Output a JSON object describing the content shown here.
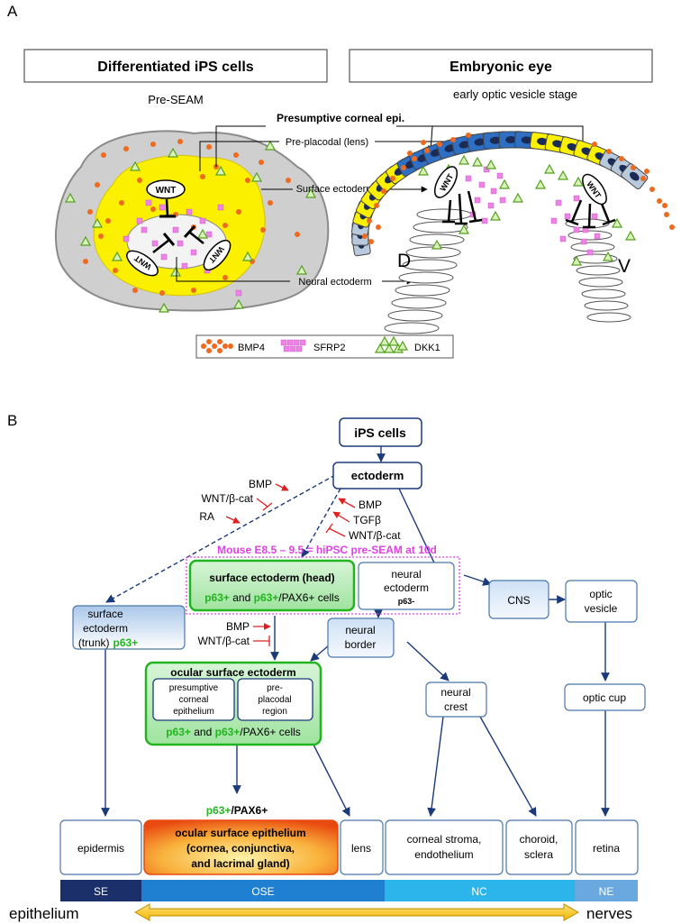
{
  "panel_a": {
    "letter": "A",
    "left_title": "Differentiated iPS cells",
    "left_subtitle": "Pre-SEAM",
    "right_title": "Embryonic eye",
    "right_subtitle": "early optic vesicle stage",
    "labels": {
      "presumptive": "Presumptive corneal epi.",
      "preplacodal": "Pre-placodal (lens)",
      "surface_ectoderm": "Surface ectoderm",
      "neural_ectoderm": "Neural ectoderm",
      "wnt": "WNT",
      "dorsal": "D",
      "ventral": "V"
    },
    "legend": [
      {
        "label": "BMP4",
        "shape": "orange-dots-icon"
      },
      {
        "label": "SFRP2",
        "shape": "pink-squares-icon"
      },
      {
        "label": "DKK1",
        "shape": "green-triangles-icon"
      }
    ],
    "colors": {
      "bmp4": "#ee6a1f",
      "sfrp2": "#ee82e6",
      "dkk1": "#8fce3a",
      "yellow": "#fbf000",
      "blue": "#2e6fc4",
      "inhibit": "#d81b1b"
    }
  },
  "panel_b": {
    "letter": "B",
    "nodes": {
      "ips": "iPS cells",
      "ectoderm": "ectoderm",
      "se_head_title": "surface ectoderm (head)",
      "p63": "p63+",
      "and": " and ",
      "pax6_cells": "/PAX6+ cells",
      "neural_ecto_l1": "neural",
      "neural_ecto_l2": "ectoderm",
      "p63_minus": "p63-",
      "cns": "CNS",
      "optic_vesicle_l1": "optic",
      "optic_vesicle_l2": "vesicle",
      "optic_cup": "optic cup",
      "se_trunk_l1": "surface",
      "se_trunk_l2": "ectoderm",
      "se_trunk_l3": "(trunk)",
      "neural_border_l1": "neural",
      "neural_border_l2": "border",
      "ose_title": "ocular surface ectoderm",
      "pce_l1": "presumptive",
      "pce_l2": "corneal",
      "pce_l3": "epithelium",
      "ppr_l1": "pre-",
      "ppr_l2": "placodal",
      "ppr_l3": "region",
      "neural_crest_l1": "neural",
      "neural_crest_l2": "crest",
      "mouse_label": "Mouse E8.5 – 9.5 = hiPSC pre-SEAM at 10d",
      "pax6_plus": "/PAX6+"
    },
    "signals": {
      "left": [
        "BMP",
        "WNT/β-cat",
        "RA"
      ],
      "center": [
        "BMP",
        "TGFβ",
        "WNT/β-cat"
      ],
      "ose": [
        "BMP",
        "WNT/β-cat"
      ]
    },
    "outcomes": {
      "epidermis": "epidermis",
      "ose_epi_l1": "ocular surface epithelium",
      "ose_epi_l2": "(cornea, conjunctiva,",
      "ose_epi_l3": "and lacrimal gland)",
      "lens": "lens",
      "stroma_l1": "corneal stroma,",
      "stroma_l2": "endothelium",
      "choroid_l1": "choroid,",
      "choroid_l2": "sclera",
      "retina": "retina"
    },
    "bar": [
      {
        "label": "SE",
        "color": "#1b2f6b"
      },
      {
        "label": "OSE",
        "color": "#1f7fd0"
      },
      {
        "label": "NC",
        "color": "#2bb5ea"
      },
      {
        "label": "NE",
        "color": "#6aa8e0"
      }
    ],
    "bottom": {
      "left": "epithelium",
      "right": "nerves"
    },
    "colors": {
      "green": "#22b51f",
      "magenta": "#e040e6",
      "navy": "#1b3a7a",
      "box_border": "#4a78a8",
      "arrow_red": "#e02020"
    }
  }
}
